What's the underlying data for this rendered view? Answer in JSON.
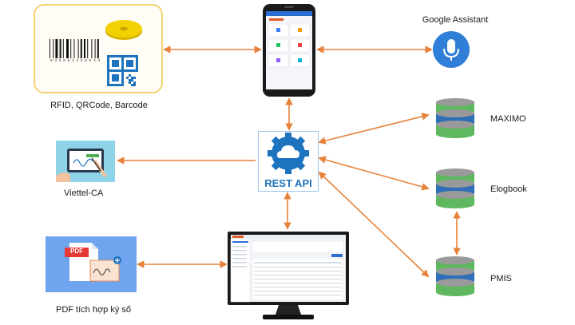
{
  "nodes": {
    "scan": {
      "label": "RFID, QRCode, Barcode",
      "barcode_digits": "0 4 5 0 8 4 4 6 8 0 3 3"
    },
    "phone": {
      "label": ""
    },
    "assistant": {
      "label": "Google Assistant"
    },
    "maximo": {
      "label": "MAXIMO"
    },
    "elogbook": {
      "label": "Elogbook"
    },
    "pmis": {
      "label": "PMIS"
    },
    "rest": {
      "label": "REST API"
    },
    "viettel": {
      "label": "Viettel-CA"
    },
    "pdf": {
      "label": "PDF tích hợp ký số",
      "badge": "PDF"
    },
    "monitor": {
      "label": ""
    }
  },
  "edges": [
    {
      "from": "phone",
      "to": "scan",
      "style": "bidirectional"
    },
    {
      "from": "phone",
      "to": "assistant",
      "style": "bidirectional"
    },
    {
      "from": "phone",
      "to": "rest",
      "style": "bidirectional"
    },
    {
      "from": "rest",
      "to": "maximo",
      "style": "bidirectional"
    },
    {
      "from": "rest",
      "to": "elogbook",
      "style": "bidirectional"
    },
    {
      "from": "rest",
      "to": "pmis",
      "style": "bidirectional"
    },
    {
      "from": "rest",
      "to": "viettel",
      "style": "directed"
    },
    {
      "from": "rest",
      "to": "monitor",
      "style": "bidirectional"
    },
    {
      "from": "elogbook",
      "to": "pmis",
      "style": "bidirectional"
    },
    {
      "from": "pdf",
      "to": "monitor",
      "style": "bidirectional"
    }
  ],
  "colors": {
    "arrow": "#E8823A",
    "rest_blue": "#1E73BE",
    "db_green": "#5FB85F",
    "db_blue": "#2F6FB7",
    "db_gray": "#9A9A9A",
    "scan_border": "#F3C64A"
  }
}
